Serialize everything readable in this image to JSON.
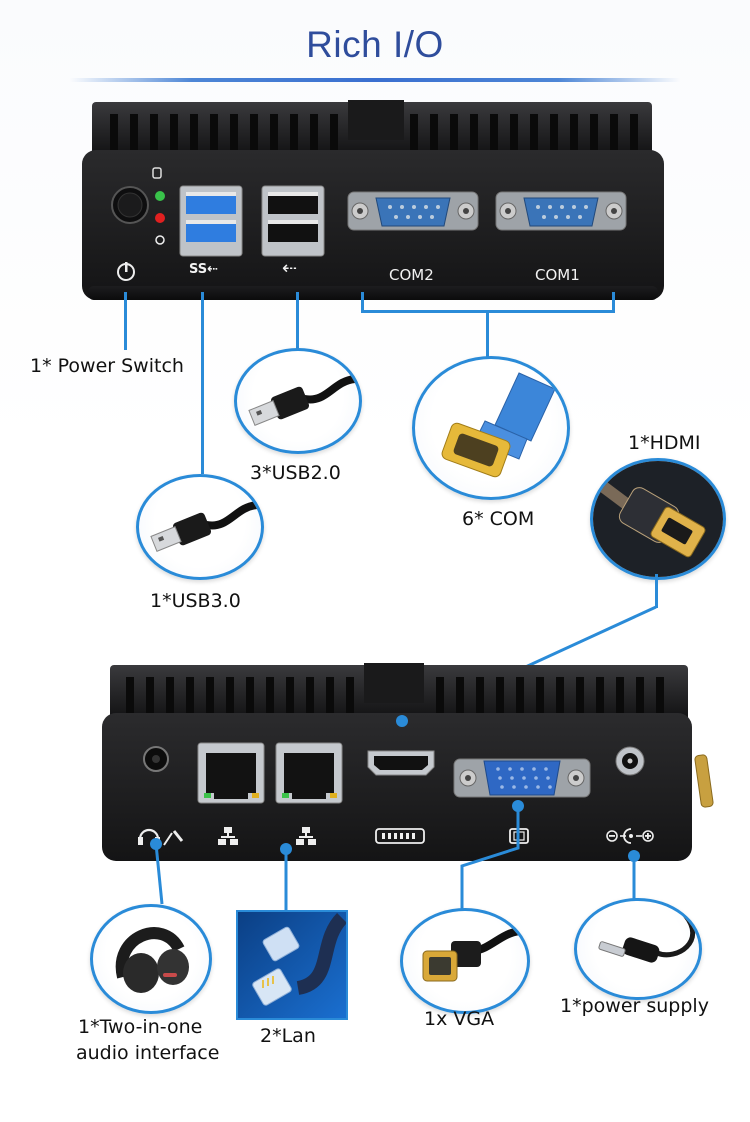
{
  "header": {
    "title": "Rich I/O"
  },
  "front_panel": {
    "com2_label": "COM2",
    "com1_label": "COM1",
    "usb3_glyph": "SS⇠",
    "usb2_glyph": "⇠"
  },
  "callouts": {
    "power_switch": "1* Power Switch",
    "usb20": "3*USB2.0",
    "usb30": "1*USB3.0",
    "com": "6* COM",
    "hdmi": "1*HDMI",
    "audio_line1": "1*Two-in-one",
    "audio_line2": "audio interface",
    "lan": "2*Lan",
    "vga": "1x VGA",
    "power_supply": "1*power supply"
  },
  "icons": {
    "power": "power-icon",
    "hdd": "hdd-led-icon",
    "light": "light-led-icon",
    "network": "network-icon",
    "audio": "headphone-mic-icon",
    "hdmi": "hdmi-port-icon",
    "vga": "vga-port-icon",
    "dc": "dc-power-icon"
  },
  "colors": {
    "accent": "#2a8bd8",
    "title": "#2f4d9c",
    "chassis": "#1c1c1e",
    "usb3_blue": "#2f7de0",
    "com_blue": "#3a74b8"
  }
}
